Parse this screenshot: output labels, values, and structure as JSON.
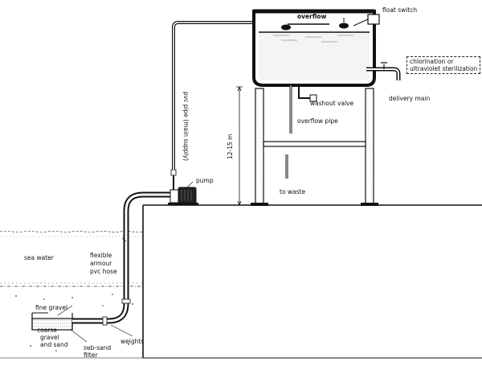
{
  "labels": {
    "overflow": "overflow",
    "float_switch": "float switch",
    "chlorination": [
      "chlorination or",
      "ultraviolet sterilization"
    ],
    "pvc_pipe": "pvc pipe\n(main supply)",
    "washout_valve": "washout valve",
    "delivery_main": "delivery main",
    "overflow_pipe": "overflow pipe",
    "height": "12-15 m",
    "pump": "pump",
    "to_waste": "to waste",
    "sea_water": "sea water",
    "flexible_hose": [
      "flexible",
      "armour",
      "pvc hose"
    ],
    "fine_gravel": "fine gravel",
    "coarse_gravel": [
      "coarse",
      "gravel",
      "and sand"
    ],
    "sub_sand_filter": [
      "sub-sand",
      "filter"
    ],
    "weights": "weights"
  }
}
